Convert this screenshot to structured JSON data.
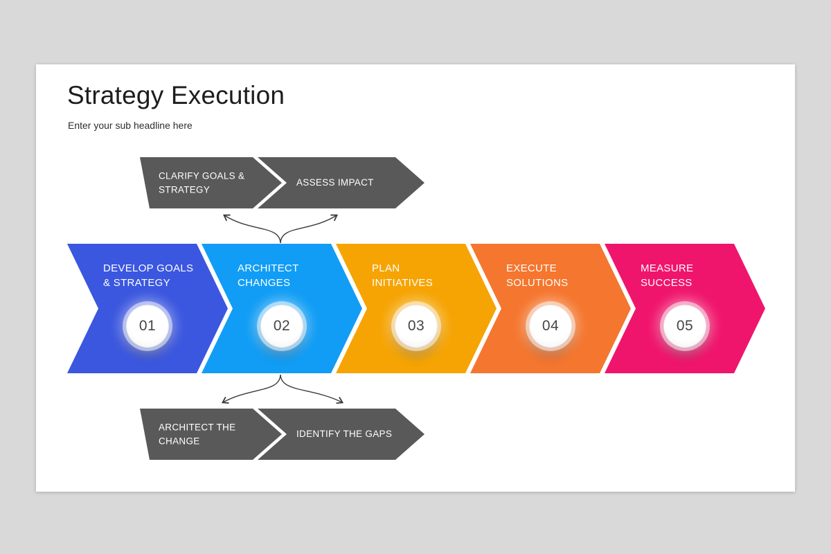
{
  "slide": {
    "title": "Strategy Execution",
    "subtitle": "Enter your sub headline here"
  },
  "process_steps": [
    {
      "number": "01",
      "label": "DEVELOP GOALS\n& STRATEGY",
      "color": "#3b57df"
    },
    {
      "number": "02",
      "label": "ARCHITECT\nCHANGES",
      "color": "#119df5"
    },
    {
      "number": "03",
      "label": "PLAN\nINITIATIVES",
      "color": "#f6a404"
    },
    {
      "number": "04",
      "label": "EXECUTE\nSOLUTIONS",
      "color": "#f5762e"
    },
    {
      "number": "05",
      "label": "MEASURE\nSUCCESS",
      "color": "#f0156c"
    }
  ],
  "top_callouts": [
    {
      "label": "CLARIFY GOALS &\nSTRATEGY"
    },
    {
      "label": "ASSESS IMPACT"
    }
  ],
  "bottom_callouts": [
    {
      "label": "ARCHITECT THE\nCHANGE"
    },
    {
      "label": "IDENTIFY THE GAPS"
    }
  ],
  "colors": {
    "callout_gray": "#595959",
    "connector": "#3a3a3a",
    "page_background": "#d9d9d9",
    "slide_background": "#ffffff"
  }
}
